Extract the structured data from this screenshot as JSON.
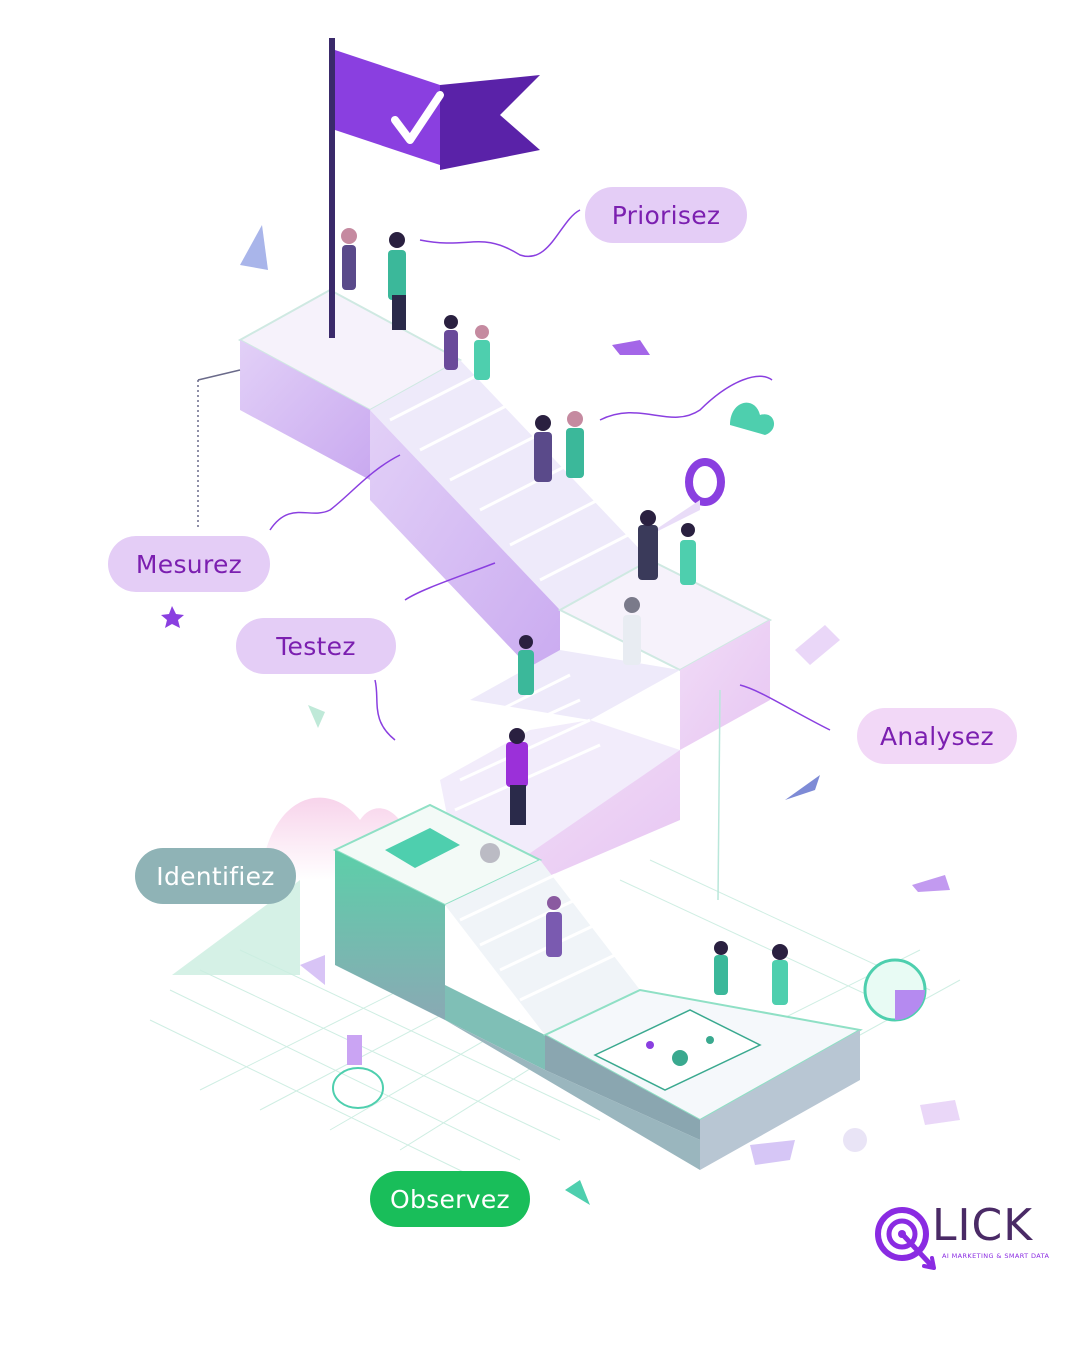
{
  "labels": {
    "priorisez": "Priorisez",
    "mesurez": "Mesurez",
    "testez": "Testez",
    "analysez": "Analysez",
    "identifiez": "Identifiez",
    "observez": "Observez"
  },
  "logo": {
    "word": "LICK",
    "tagline": "AI MARKETING & SMART DATA"
  },
  "colors": {
    "purple_flag": "#8a3fe0",
    "lilac_stairs": "#d9c4f3",
    "teal_stairs": "#6fd0b6",
    "pill_lilac": "#e4cdf6",
    "pill_grey": "#8fb3b6",
    "pill_green": "#19be5a",
    "text_purple": "#7b1fb0"
  }
}
